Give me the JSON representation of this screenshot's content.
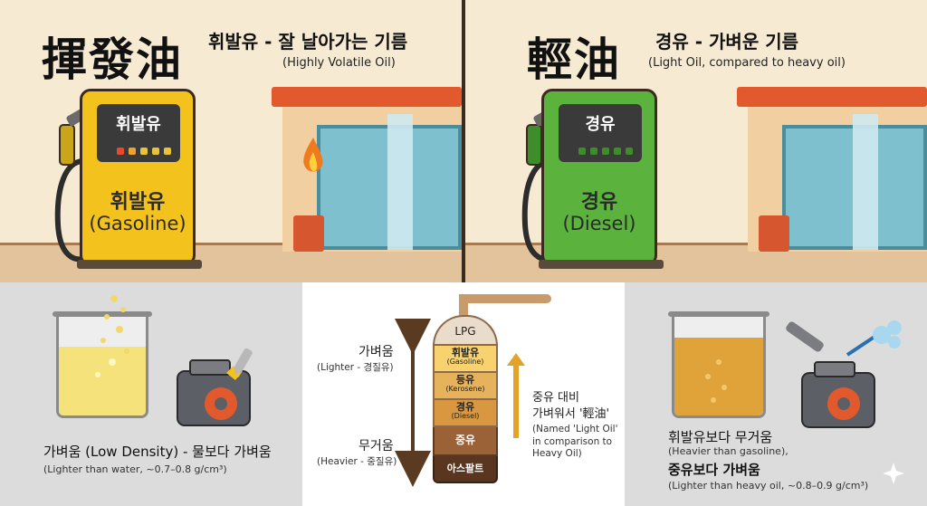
{
  "left_panel": {
    "hanja": "揮發油",
    "ko_title": "휘발유 - 잘 날아가는 기름",
    "en_sub": "(Highly Volatile Oil)",
    "pump": {
      "screen": "휘발유",
      "label_ko": "휘발유",
      "label_en": "(Gasoline)",
      "color": "#f3c21d"
    }
  },
  "right_panel": {
    "hanja": "輕油",
    "ko_title": "경유 - 가벼운 기름",
    "en_sub": "(Light Oil, compared to heavy oil)",
    "pump": {
      "screen": "경유",
      "label_ko": "경유",
      "label_en": "(Diesel)",
      "color": "#5bb33d"
    }
  },
  "bottom_left": {
    "caption": "가벼움 (Low Density) - 물보다 가벼움",
    "sub": "(Lighter than water, ~0.7–0.8 g/cm³)"
  },
  "bottom_mid": {
    "top_label": "가벼움",
    "top_sub": "(Lighter - 경질유)",
    "bottom_label": "무거움",
    "bottom_sub": "(Heavier - 중질유)",
    "layers": [
      {
        "ko": "LPG",
        "en": ""
      },
      {
        "ko": "휘발유",
        "en": "(Gasoline)"
      },
      {
        "ko": "등유",
        "en": "(Kerosene)"
      },
      {
        "ko": "경유",
        "en": "(Diesel)"
      },
      {
        "ko": "중유",
        "en": ""
      },
      {
        "ko": "아스팔트",
        "en": ""
      }
    ],
    "note_ko_1": "중유 대비",
    "note_ko_2": "가벼워서 '輕油'",
    "note_en": "(Named 'Light Oil' in comparison to Heavy Oil)"
  },
  "bottom_right": {
    "caption_1_ko": "휘발유보다 무거움",
    "caption_1_en": "(Heavier than gasoline),",
    "caption_2_ko": "중유보다 가벼움",
    "caption_2_en": "(Lighter than heavy oil, ~0.8–0.9 g/cm³)"
  },
  "colors": {
    "gasoline": "#f3c21d",
    "diesel": "#5bb33d",
    "roof": "#e2592e",
    "arrow": "#e3a329"
  }
}
